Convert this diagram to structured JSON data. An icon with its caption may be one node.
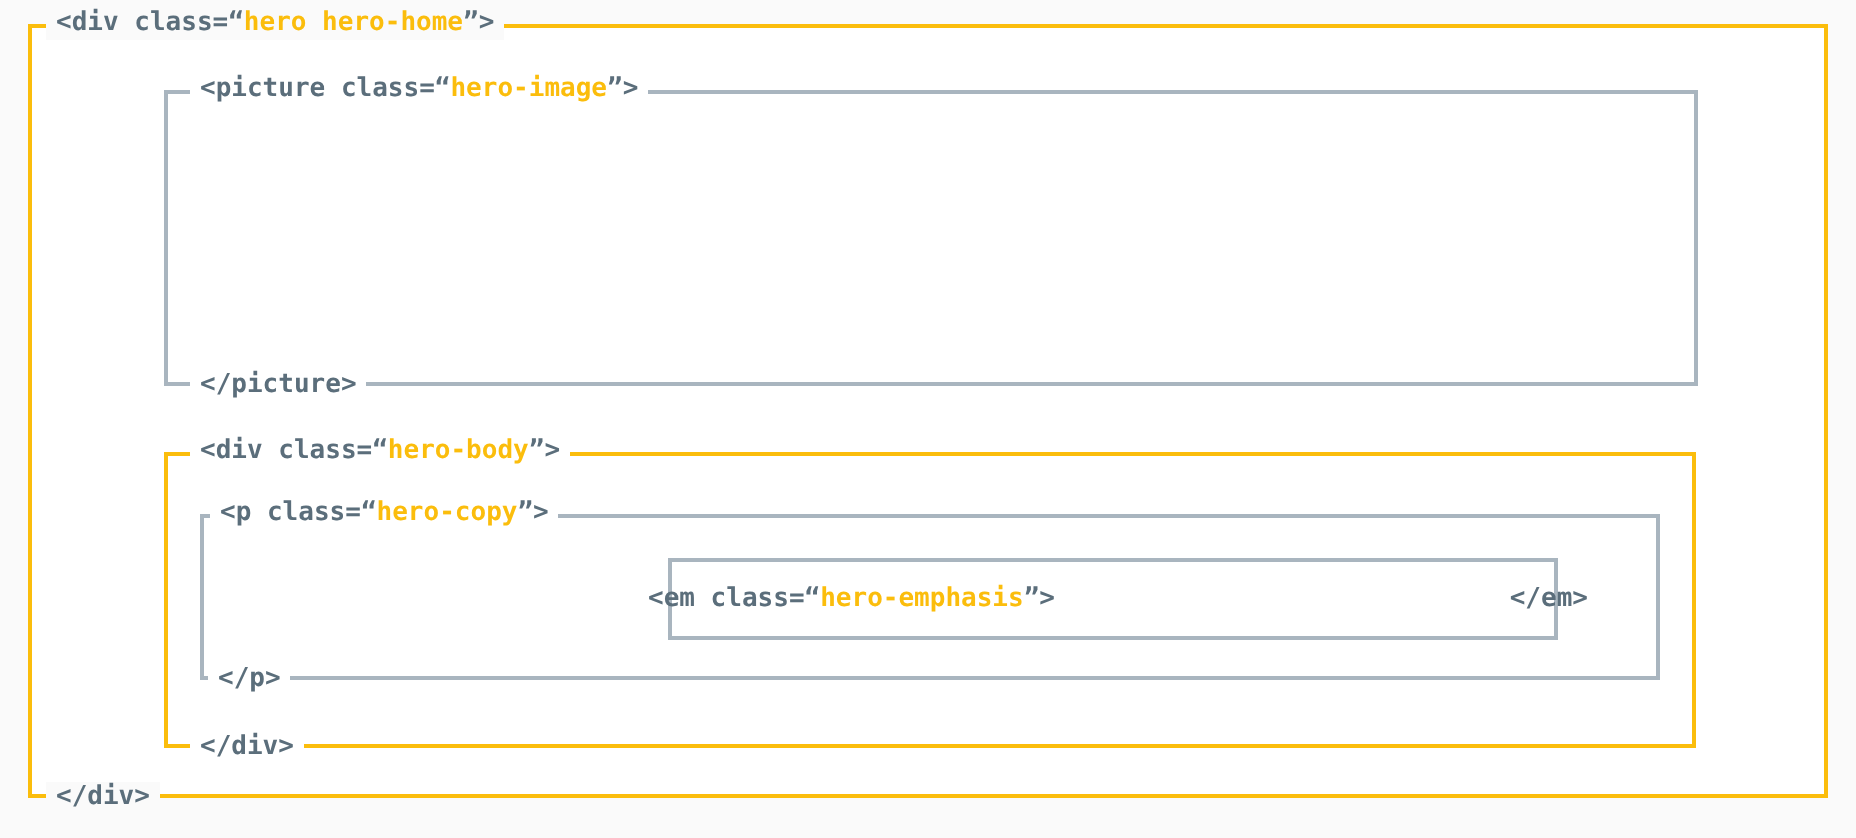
{
  "diagram": {
    "nodes": [
      {
        "text": [
          "<div class=“",
          "hero hero-home",
          "”>",
          "</div>"
        ]
      },
      {
        "text": [
          "<picture class=“",
          "hero-image",
          "”>",
          "</picture>"
        ],
        "in": 0
      },
      {
        "text": [
          "<div class=“",
          "hero-body",
          "”>",
          "</div>"
        ],
        "in": 0
      },
      {
        "text": [
          "<p class=“",
          "hero-copy",
          "”>",
          "</p>"
        ],
        "in": 2
      },
      {
        "text": [
          "<em class=“",
          "hero-emphasis",
          "”>",
          "</em>"
        ],
        "in": 3
      }
    ]
  }
}
